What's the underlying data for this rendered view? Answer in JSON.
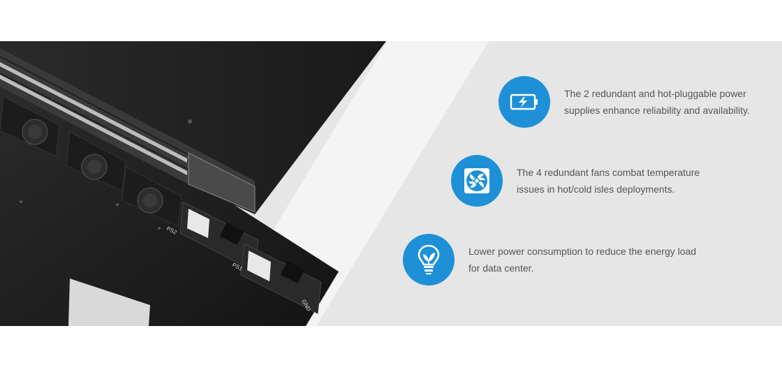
{
  "features": [
    {
      "icon": "battery-icon",
      "lines": [
        "The 2 redundant and hot-pluggable power",
        "supplies enhance reliability and availability."
      ]
    },
    {
      "icon": "fan-icon",
      "lines": [
        "The 4 redundant fans combat temperature",
        "issues in hot/cold isles deployments."
      ]
    },
    {
      "icon": "eco-lightbulb-icon",
      "lines": [
        "Lower power consumption to reduce the energy load",
        "for data center."
      ]
    }
  ],
  "labels": {
    "ps2": "PS2",
    "ps1": "PS1",
    "gnd": "GND"
  },
  "colors": {
    "accent": "#1e90d8",
    "panel": "#e6e6e6",
    "stripe": "#f3f3f3",
    "switch_body": "#222222"
  }
}
